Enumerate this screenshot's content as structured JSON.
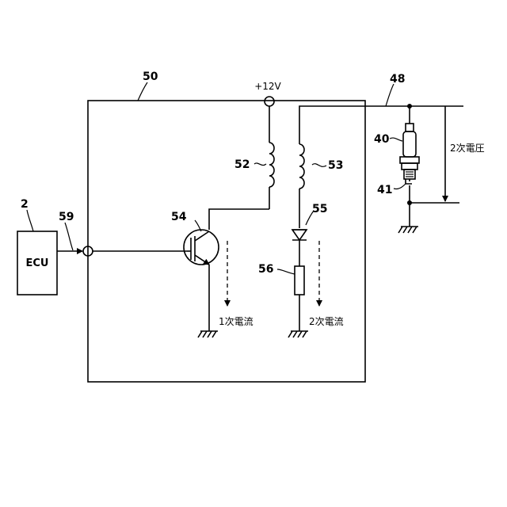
{
  "labels": {
    "ecu_ref": "2",
    "ecu_text": "ECU",
    "input_ref": "59",
    "box_ref": "50",
    "supply": "+12V",
    "secondary_line_ref": "48",
    "primary_coil_ref": "52",
    "secondary_coil_ref": "53",
    "transistor_ref": "54",
    "diode_ref": "55",
    "resistor_ref": "56",
    "plug_ref": "40",
    "plug_electrode_ref": "41",
    "primary_current": "1次電流",
    "secondary_current": "2次電流",
    "secondary_voltage": "2次電圧"
  }
}
